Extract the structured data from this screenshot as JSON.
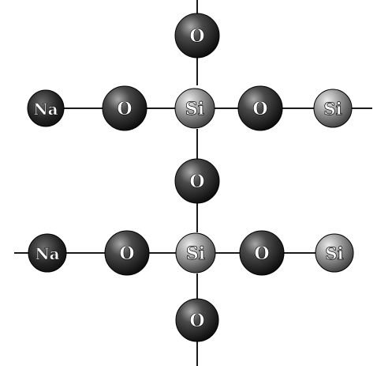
{
  "atoms": {
    "o_top": "O",
    "row1_na": "Na",
    "row1_o_left": "O",
    "row1_si": "Si",
    "row1_o_right": "O",
    "row1_si_right": "Si",
    "o_middle": "O",
    "row2_na": "Na",
    "row2_o_left": "O",
    "row2_si": "Si",
    "row2_o_right": "O",
    "row2_si_right": "Si",
    "o_bottom": "O"
  },
  "colors": {
    "oxygen": "#2b2b2b",
    "silicon": "#8a8a8a",
    "sodium": "#3a3a3a",
    "bond": "#1a1a1a",
    "label": "#ffffff"
  }
}
